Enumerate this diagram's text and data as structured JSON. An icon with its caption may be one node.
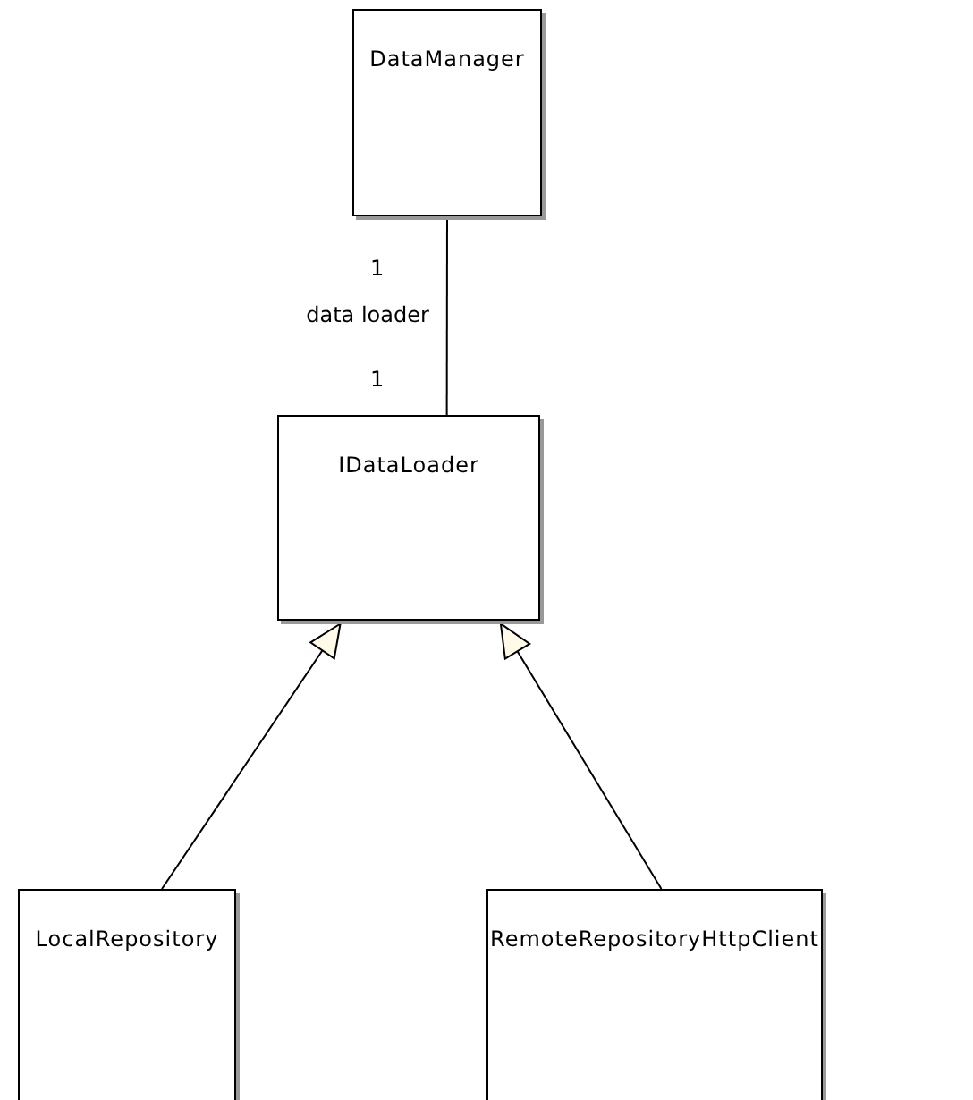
{
  "diagram": {
    "nodes": [
      {
        "text": [
          "DataManager"
        ]
      },
      {
        "text": [
          "IDataLoader"
        ]
      },
      {
        "text": [
          "LocalRepository"
        ]
      },
      {
        "text": [
          "RemoteRepositoryHttpClient"
        ]
      }
    ],
    "edges": [
      {
        "from": 0,
        "to": 1,
        "arrow": "none",
        "label": "data loader"
      },
      {
        "from": 2,
        "to": 1,
        "arrow": "to"
      },
      {
        "from": 3,
        "to": 1,
        "arrow": "to"
      }
    ],
    "labels": [
      "1",
      "1"
    ]
  }
}
